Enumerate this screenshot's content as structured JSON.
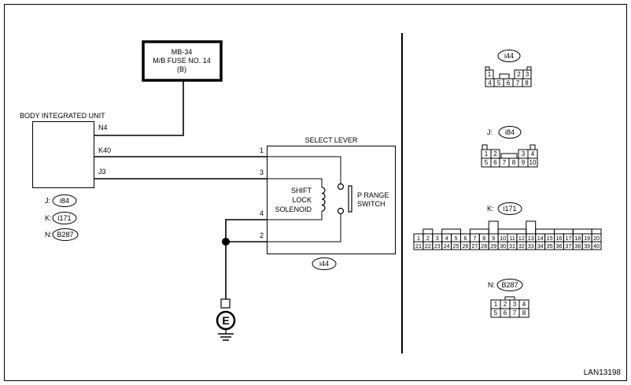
{
  "diagram": {
    "fuse": {
      "line1": "MB-34",
      "line2": "M/B FUSE NO. 14",
      "line3": "(B)"
    },
    "body_unit": {
      "title": "BODY INTEGRATED UNIT",
      "terminals": [
        "N4",
        "K40",
        "J3"
      ],
      "connectors": [
        {
          "prefix": "J:",
          "id": "i84"
        },
        {
          "prefix": "K:",
          "id": "i171"
        },
        {
          "prefix": "N:",
          "id": "B287"
        }
      ]
    },
    "select_lever": {
      "title": "SELECT LEVER",
      "pins": [
        "1",
        "3",
        "4",
        "2"
      ],
      "solenoid": [
        "SHIFT",
        "LOCK",
        "SOLENOID"
      ],
      "switch": [
        "P RANGE",
        "SWITCH"
      ],
      "connector": "i44"
    },
    "ground": "E",
    "code": "LAN13198"
  },
  "connectors": {
    "i44": {
      "label": "i44",
      "row1": [
        "1",
        "2",
        "3"
      ],
      "row2": [
        "4",
        "5",
        "6",
        "7",
        "8"
      ]
    },
    "i84": {
      "prefix": "J:",
      "label": "i84",
      "row1": [
        "1",
        "2",
        "3",
        "4"
      ],
      "row2": [
        "5",
        "6",
        "7",
        "8",
        "9",
        "10"
      ]
    },
    "i171": {
      "prefix": "K:",
      "label": "i171",
      "row1": [
        "1",
        "2",
        "3",
        "4",
        "5",
        "6",
        "7",
        "8",
        "9",
        "10",
        "11",
        "12",
        "13",
        "14",
        "15",
        "16",
        "17",
        "18",
        "19",
        "20"
      ],
      "row2": [
        "21",
        "22",
        "23",
        "24",
        "25",
        "26",
        "27",
        "28",
        "29",
        "30",
        "31",
        "32",
        "33",
        "34",
        "35",
        "36",
        "37",
        "38",
        "39",
        "40"
      ]
    },
    "B287": {
      "prefix": "N:",
      "label": "B287",
      "row1": [
        "1",
        "2",
        "3",
        "4"
      ],
      "row2": [
        "5",
        "6",
        "7",
        "8"
      ]
    }
  }
}
